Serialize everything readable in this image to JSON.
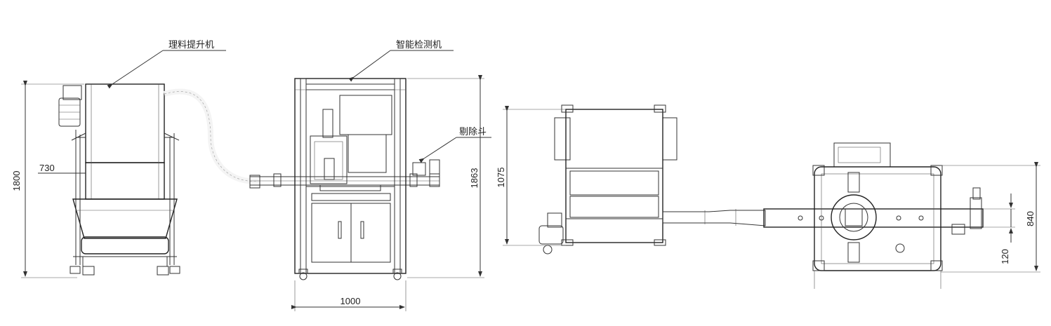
{
  "labels": {
    "hoist": "理料提升机",
    "inspector": "智能检测机",
    "reject_bin": "剔除斗"
  },
  "dimensions": {
    "overall_height": "1800",
    "hopper_width": "730",
    "inspector_height": "1863",
    "inspector_width": "1000",
    "top_view_depth": "1075",
    "conveyor_span": "840",
    "conveyor_offset": "120"
  }
}
